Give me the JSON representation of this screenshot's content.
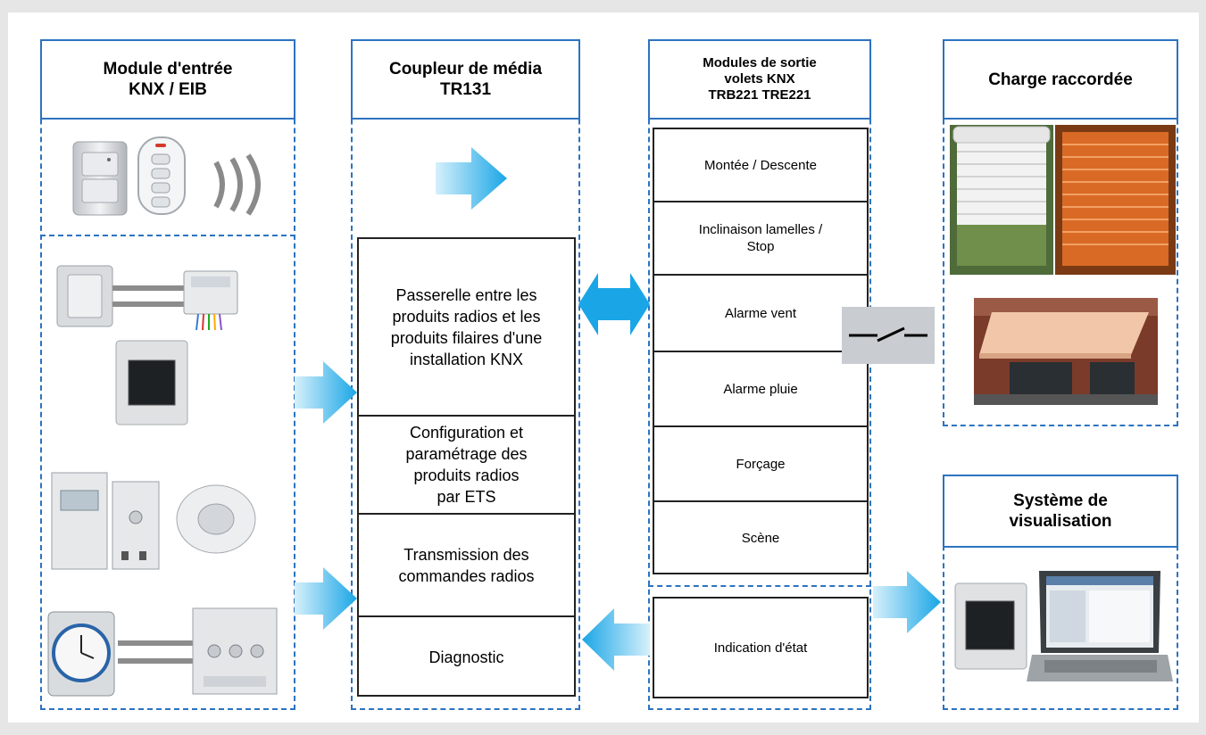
{
  "colors": {
    "frame": "#2c73c0",
    "arrow": "#1aa6e6",
    "arrow_fade": "#d6f0fb"
  },
  "columns": {
    "input": {
      "title": "Module d'entrée\nKNX / EIB"
    },
    "coupler": {
      "title": "Coupleur de média\nTR131",
      "rows": [
        "Passerelle entre les\nproduits radios et les\nproduits filaires d'une\ninstallation KNX",
        "Configuration et\nparamétrage des\nproduits radios\npar ETS",
        "Transmission des\ncommandes radios",
        "Diagnostic"
      ]
    },
    "outputs": {
      "title": "Modules de sortie\nvolets KNX\nTRB221 TRE221",
      "rows": [
        "Montée / Descente",
        "Inclinaison lamelles /\nStop",
        "Alarme vent",
        "Alarme pluie",
        "Forçage",
        "Scène"
      ],
      "status": "Indication d'état"
    },
    "load": {
      "title": "Charge raccordée"
    },
    "visualisation": {
      "title": "Système de\nvisualisation"
    }
  },
  "icons": [
    "radio-wall-switch-icon",
    "radio-remote-icon",
    "radio-waves-icon",
    "wired-switch-icon",
    "touch-panel-icon",
    "din-rail-modules-icon",
    "presence-detector-icon",
    "timer-clock-icon",
    "din-actuator-icon",
    "roller-shutter-icon",
    "venetian-blind-icon",
    "awning-icon",
    "relay-contact-icon",
    "laptop-icon"
  ]
}
